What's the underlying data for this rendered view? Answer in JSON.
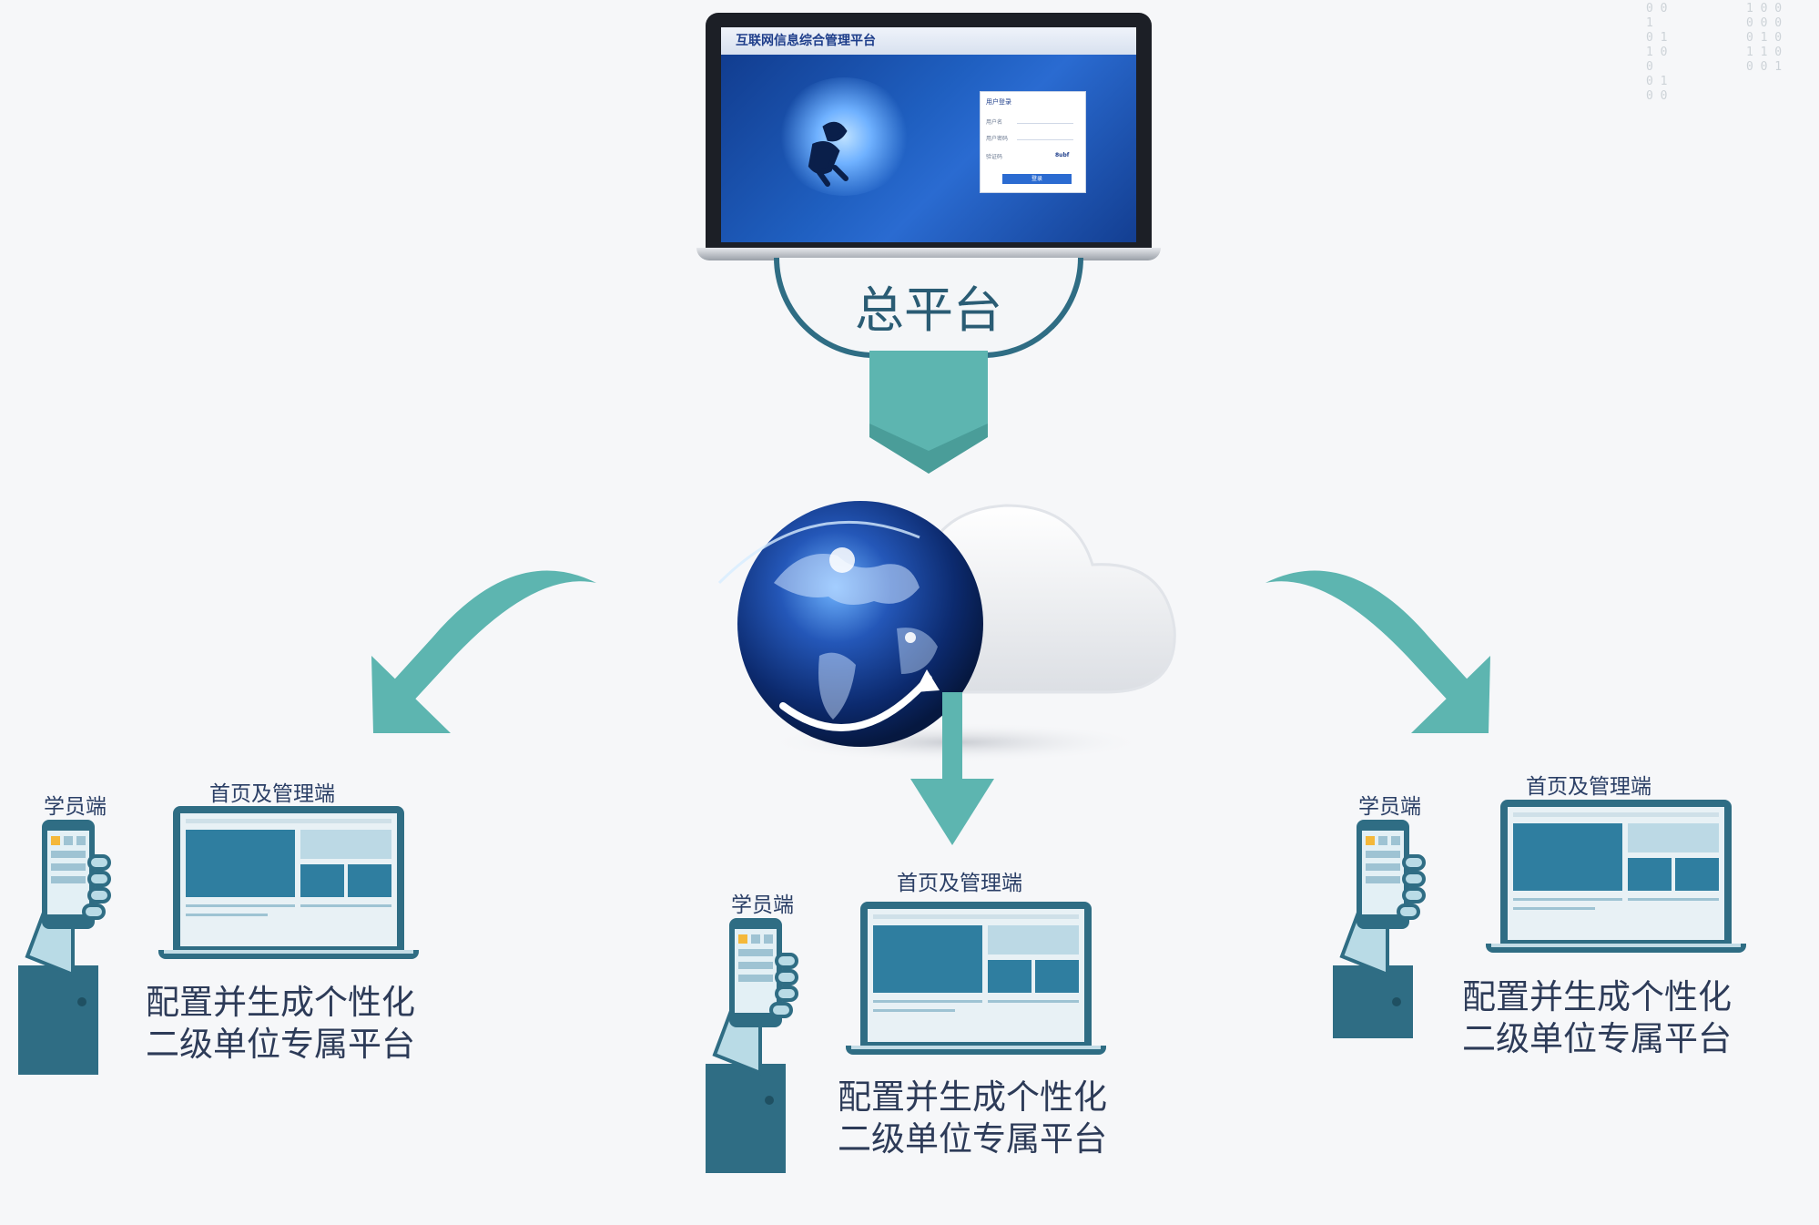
{
  "top_platform": {
    "screen_title": "互联网信息综合管理平台",
    "login": {
      "title": "用户登录",
      "field1": "用户名",
      "field2": "用户密码",
      "field3": "验证码",
      "captcha": "8ubf",
      "button": "登录"
    },
    "label": "总平台"
  },
  "colors": {
    "teal_arrow": "#5db5b0",
    "dark_teal": "#2f6d84",
    "text_blue": "#2b3f66"
  },
  "clients": [
    {
      "student_label": "学员端",
      "admin_label": "首页及管理端",
      "caption_line1": "配置并生成个性化",
      "caption_line2": "二级单位专属平台"
    },
    {
      "student_label": "学员端",
      "admin_label": "首页及管理端",
      "caption_line1": "配置并生成个性化",
      "caption_line2": "二级单位专属平台"
    },
    {
      "student_label": "学员端",
      "admin_label": "首页及管理端",
      "caption_line1": "配置并生成个性化",
      "caption_line2": "二级单位专属平台"
    }
  ],
  "decor": {
    "binary_col1": "0 0\n1\n0 1\n1 0\n0\n0 1\n0 0",
    "binary_col2": "1 0 0\n0 0 0\n0 1 0\n1 1 0\n0 0 1"
  }
}
